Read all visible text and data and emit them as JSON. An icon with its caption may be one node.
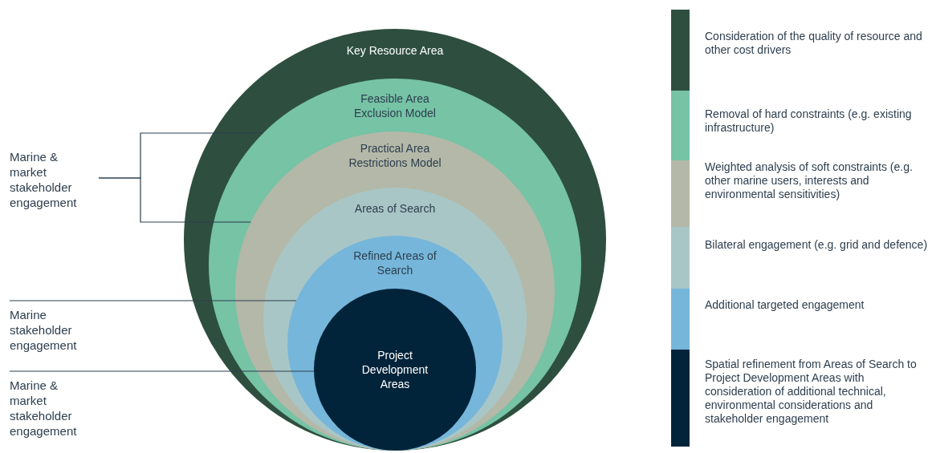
{
  "diagram": {
    "nodes": [
      {
        "text": [
          "Key Resource Area"
        ]
      },
      {
        "text": [
          "Feasible Area Exclusion Model"
        ],
        "in": 0
      },
      {
        "text": [
          "Practical Area Restrictions Model"
        ],
        "in": 1
      },
      {
        "text": [
          "Areas of Search"
        ],
        "in": 2
      },
      {
        "text": [
          "Refined Areas of Search"
        ],
        "in": 3
      },
      {
        "text": [
          "Project Development Areas"
        ],
        "in": 4
      },
      {
        "text": [
          "Marine & market stakeholder engagement"
        ]
      },
      {
        "text": [
          "Marine stakeholder engagement"
        ]
      },
      {
        "text": [
          "Marine & market stakeholder engagement"
        ]
      }
    ],
    "edges": [
      {
        "from": 6,
        "to": 1,
        "arrow": "none"
      },
      {
        "from": 6,
        "to": 2,
        "arrow": "none"
      },
      {
        "from": 7,
        "to": 4,
        "arrow": "none"
      },
      {
        "from": 8,
        "to": 5,
        "arrow": "none"
      }
    ],
    "legend": [
      {
        "text": "Consideration of the quality of resource and other cost drivers",
        "color": "#2e4f3f"
      },
      {
        "text": "Removal of  hard constraints (e.g. existing infrastructure)",
        "color": "#76c3a5"
      },
      {
        "text": "Weighted analysis of soft constraints (e.g. other marine users, interests and environmental sensitivities)",
        "color": "#b3b8a8"
      },
      {
        "text": "Bilateral engagement (e.g. grid and defence)",
        "color": "#a9c6c6"
      },
      {
        "text": "Additional targeted engagement",
        "color": "#76b6db"
      },
      {
        "text": "Spatial refinement from Areas of Search to Project Development Areas with consideration of additional technical, environmental considerations and stakeholder engagement",
        "color": "#02243a"
      }
    ]
  }
}
